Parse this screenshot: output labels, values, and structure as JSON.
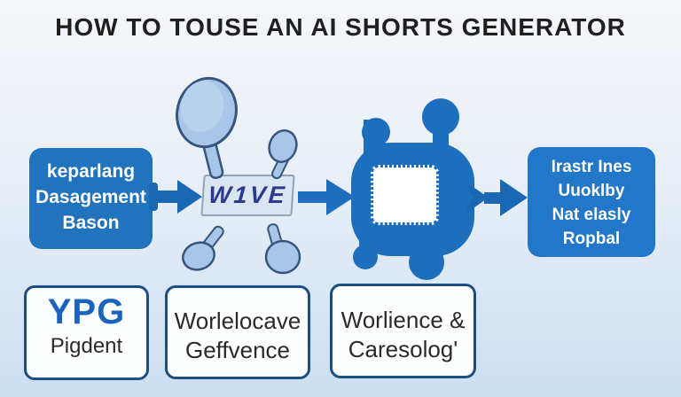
{
  "title": "HOW TO TOUSE AN AI SHORTS GENERATOR",
  "flow": {
    "input_box": {
      "lines": [
        "keparlang",
        "Dasagement",
        "Bason"
      ]
    },
    "wive_label": "W1VE",
    "output_box": {
      "lines": [
        "Irastr Ines",
        "Uuoklby",
        "Nat elasly",
        "Ropbal"
      ]
    }
  },
  "cards": [
    {
      "heading": "YPG",
      "sub": "Pigdent"
    },
    {
      "lines": [
        "Worlelocave",
        "Geffvence"
      ]
    },
    {
      "lines": [
        "Worlience &",
        "Caresolog'"
      ]
    }
  ],
  "icons": {
    "magnifier": "magnifier-icon",
    "gear": "gear-icon",
    "arrow": "arrow-right-icon"
  },
  "colors": {
    "background_top": "#f4f6f9",
    "background_bottom": "#cbdff2",
    "box_blue": "#2173bd",
    "box_blue_bright": "#2277c8",
    "arrow_blue": "#1a67b3",
    "gear_blue": "#1d6fbe",
    "magnifier_fill": "#a9c6e8",
    "magnifier_stroke": "#34567f",
    "card_border": "#1c4f7f",
    "card_heading_blue": "#1b63bc",
    "wive_bg": "#dbe5f2",
    "wive_text": "#2b3a8f",
    "title_color": "#1f1f1f",
    "text_dark": "#2a2a2a"
  }
}
